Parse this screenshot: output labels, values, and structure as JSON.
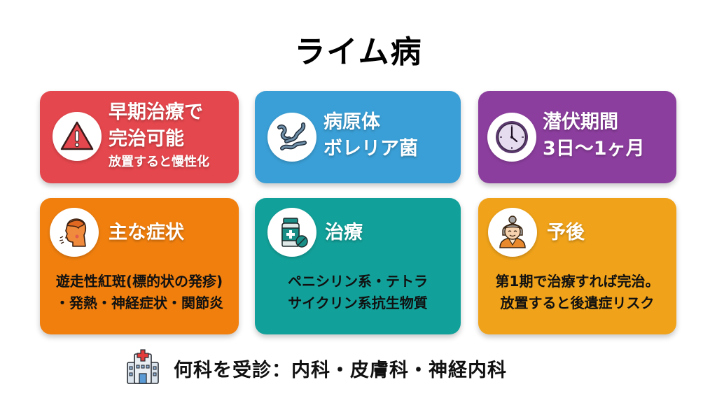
{
  "title": "ライム病",
  "colors": {
    "red": "#E4474D",
    "blue": "#3A9FD6",
    "purple": "#8C3E9E",
    "orange": "#F07F0E",
    "teal": "#12A19A",
    "amber": "#EFA21A"
  },
  "cards": [
    {
      "icon": "warning-icon",
      "lines": [
        "早期治療で",
        "完治可能"
      ],
      "sub": "放置すると慢性化"
    },
    {
      "icon": "bacteria-icon",
      "lines": [
        "病原体",
        "ボレリア菌"
      ]
    },
    {
      "icon": "clock-icon",
      "lines": [
        "潜伏期間",
        "3日〜1ヶ月"
      ]
    },
    {
      "icon": "coughing-person-icon",
      "heading": "主な症状",
      "body": [
        "遊走性紅斑(標的状の発疹)",
        "・発熱・神経症状・関節炎"
      ]
    },
    {
      "icon": "medicine-bottle-icon",
      "heading": "治療",
      "body": [
        "ペニシリン系・テトラ",
        "サイクリン系抗生物質"
      ]
    },
    {
      "icon": "elderly-woman-icon",
      "heading": "予後",
      "body": [
        "第1期で治療すれば完治。",
        "放置すると後遺症リスク"
      ]
    }
  ],
  "footer": {
    "icon": "hospital-icon",
    "text": "何科を受診：内科・皮膚科・神経内科"
  }
}
